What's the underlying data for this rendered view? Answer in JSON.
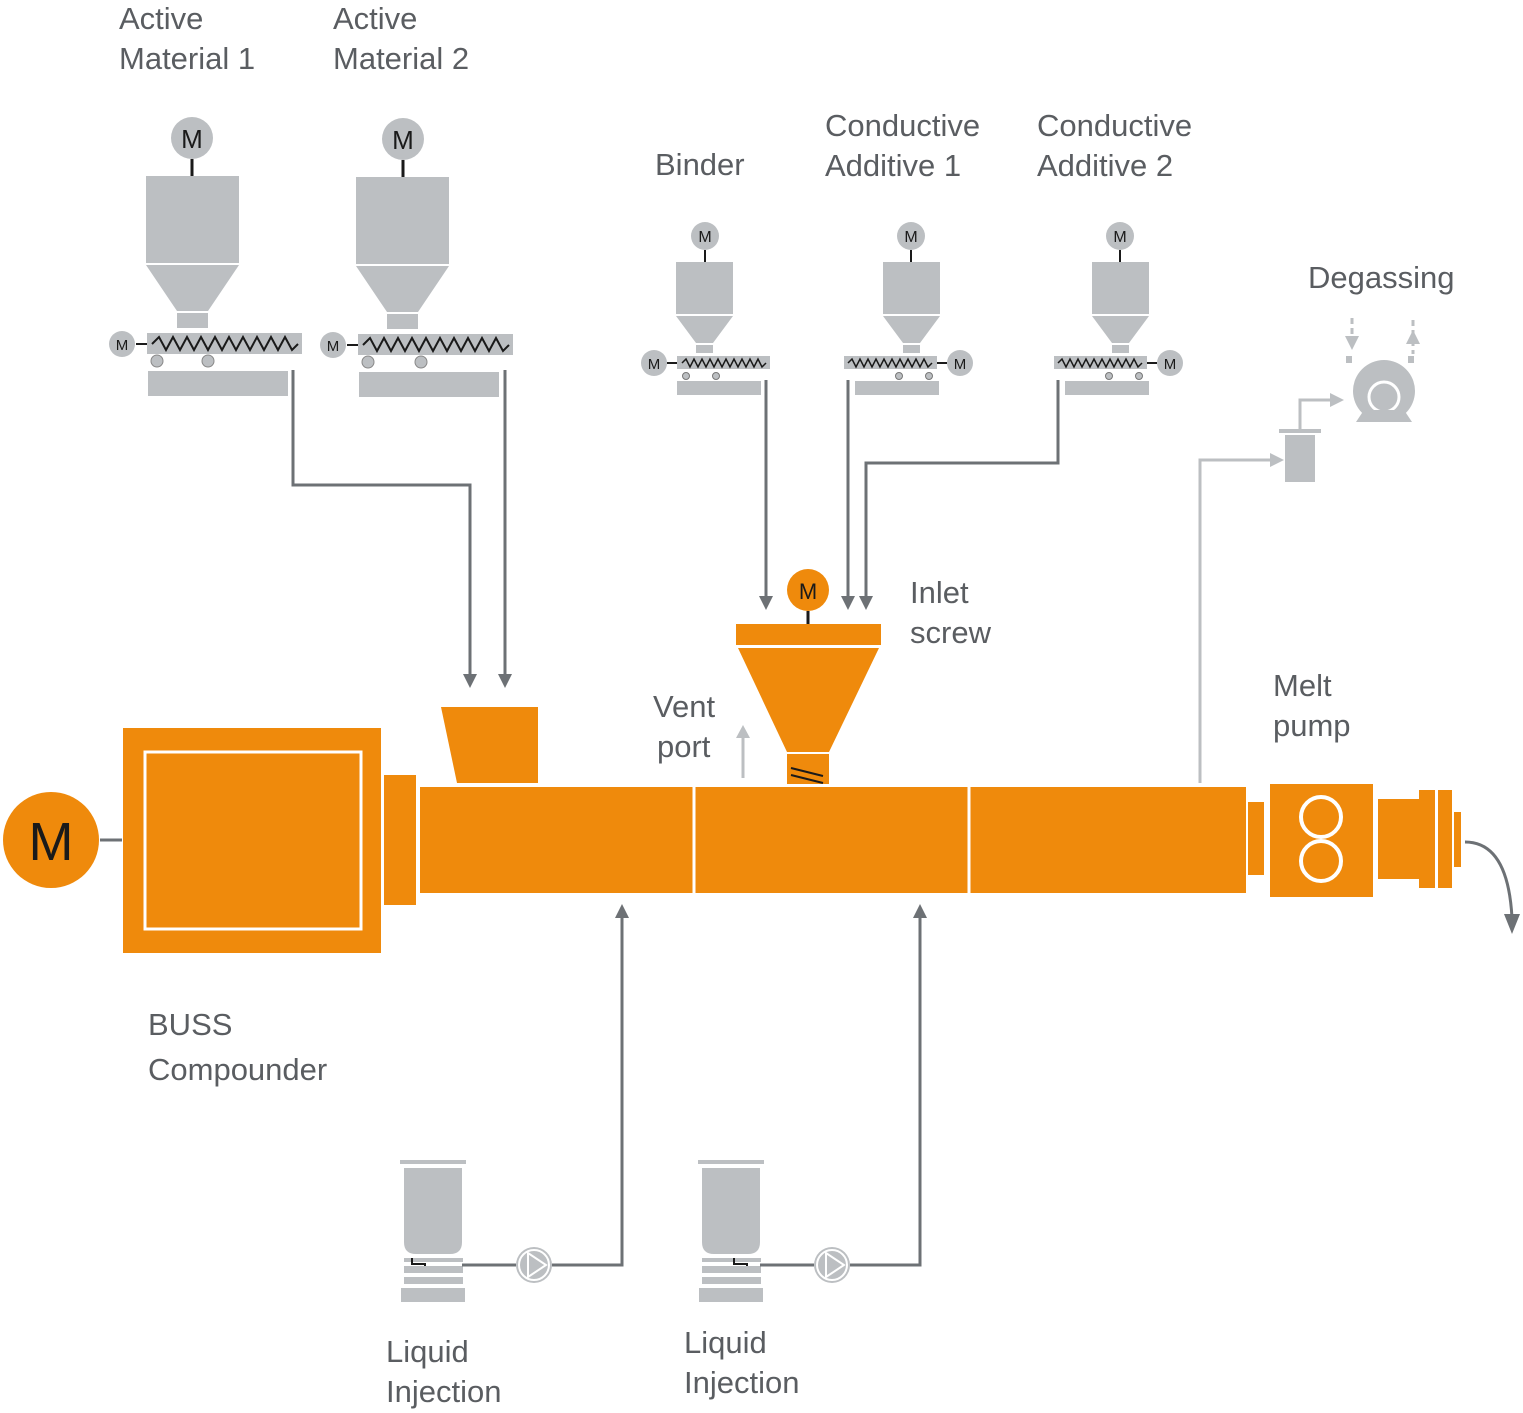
{
  "colors": {
    "orange": "#ef8a0c",
    "gray_equipment": "#bcbfc2",
    "gray_line": "#6d7175",
    "light_line": "#c3c5c8",
    "label": "#5a5d61"
  },
  "motor_symbol": "M",
  "labels": {
    "active_material_1": [
      "Active",
      "Material 1"
    ],
    "active_material_2": [
      "Active",
      "Material 2"
    ],
    "binder": "Binder",
    "conductive_additive_1": [
      "Conductive",
      "Additive 1"
    ],
    "conductive_additive_2": [
      "Conductive",
      "Additive 2"
    ],
    "degassing": "Degassing",
    "inlet_screw": [
      "Inlet",
      "screw"
    ],
    "vent_port": [
      "Vent",
      "port"
    ],
    "melt_pump": [
      "Melt",
      "pump"
    ],
    "buss_compounder": [
      "BUSS",
      "Compounder"
    ],
    "liquid_injection_1": [
      "Liquid",
      "Injection"
    ],
    "liquid_injection_2": [
      "Liquid",
      "Injection"
    ]
  },
  "icons": {
    "motor": "motor-icon",
    "feeder": "gravimetric-feeder-icon",
    "pump": "pump-icon",
    "vacuum_pump": "vacuum-pump-icon",
    "melt_pump": "gear-pump-icon",
    "tank": "liquid-tank-icon"
  }
}
